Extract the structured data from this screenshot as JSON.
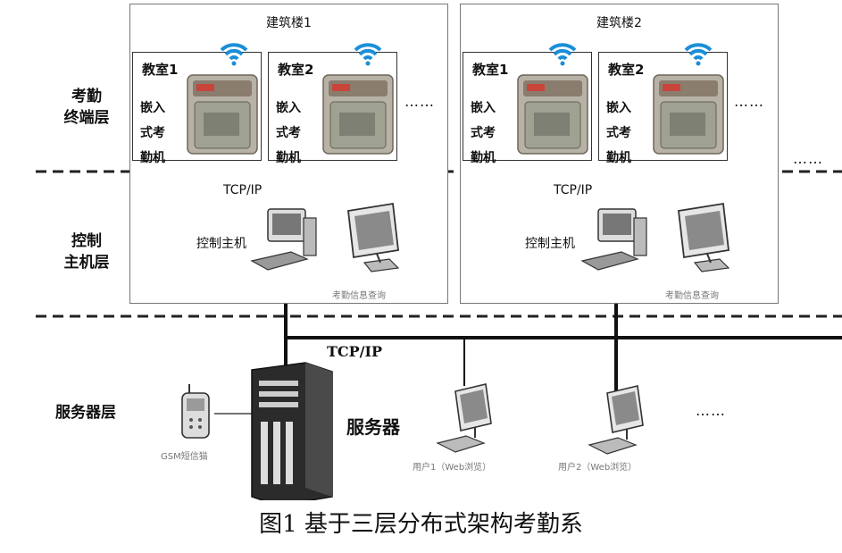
{
  "layers": {
    "terminal": "考勤\n终端层",
    "control": "控制\n主机层",
    "server": "服务器层"
  },
  "buildings": [
    {
      "title": "建筑楼1",
      "rooms": [
        {
          "title": "教室1",
          "desc": "嵌入式考勤机"
        },
        {
          "title": "教室2",
          "desc": "嵌入式考勤机"
        }
      ]
    },
    {
      "title": "建筑楼2",
      "rooms": [
        {
          "title": "教室1",
          "desc": "嵌入式考勤机"
        },
        {
          "title": "教室2",
          "desc": "嵌入式考勤机"
        }
      ]
    }
  ],
  "labels": {
    "tcpip_small": "TCP/IP",
    "tcpip_main": "TCP/IP",
    "control_host": "控制主机",
    "attendance_query": "考勤信息查询",
    "server": "服务器",
    "gsm": "GSM短信猫",
    "user1": "用户1（Web浏览）",
    "user2": "用户2（Web浏览）",
    "ellipsis": "……"
  },
  "caption": "图1  基于三层分布式架构考勤系"
}
